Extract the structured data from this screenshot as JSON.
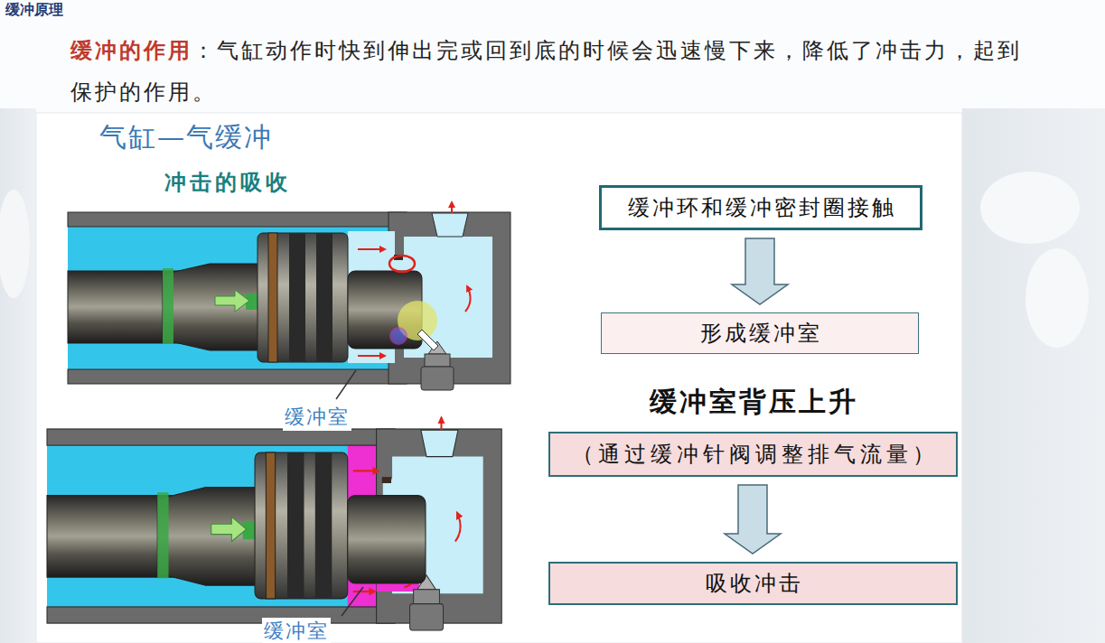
{
  "diagram": {
    "title": "缓冲原理",
    "nodes": [
      {
        "text": [
          "缓冲环和缓冲密封圈接触"
        ]
      },
      {
        "text": [
          "形成缓冲室"
        ]
      },
      {
        "text": [
          "缓冲室背压上升",
          "（通过缓冲针阀调整排气流量）"
        ]
      },
      {
        "text": [
          "吸收冲击"
        ]
      }
    ],
    "edges": [
      {
        "from": 0,
        "to": 1,
        "arrow": "to"
      },
      {
        "from": 2,
        "to": 3,
        "arrow": "to"
      }
    ],
    "labels": [
      "缓冲的作用",
      "：气缸动作时快到伸出完或回到底的时候会迅速慢下来，降低了冲击力，起到保护的作用。",
      "气缸—气缓冲",
      "冲击的吸收",
      "缓冲室",
      "缓冲室"
    ]
  }
}
